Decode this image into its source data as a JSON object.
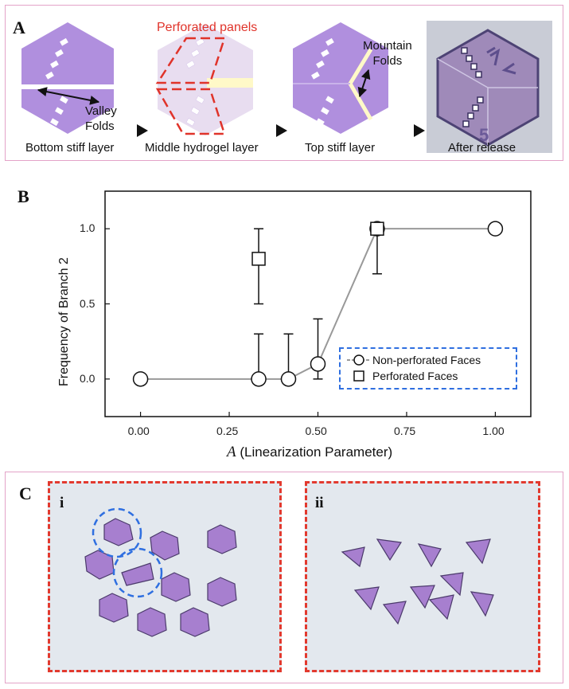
{
  "figure": {
    "panel_a_label": "A",
    "panel_b_label": "B",
    "panel_c_label": "C"
  },
  "panel_a": {
    "captions": [
      "Bottom stiff layer",
      "Middle hydrogel layer",
      "Top stiff layer",
      "After release"
    ],
    "valley_label": "Valley\nFolds",
    "perforated_label": "Perforated panels",
    "mountain_label": "Mountain\nFolds",
    "photo_digit": "5",
    "colors": {
      "stiff": "#b08fde",
      "hydrogel": "#e8ddf0",
      "perforation": "#e0332a",
      "fold_highlight": "#fff9c8"
    }
  },
  "panel_c": {
    "label_i": "i",
    "label_ii": "ii",
    "colors": {
      "frame": "#e23a2f",
      "highlight_circle": "#2f6fe0",
      "particle": "#a77fcf"
    }
  },
  "chart_data": {
    "type": "scatter",
    "xlabel_var": "A",
    "xlabel_rest": "(Linearization Parameter)",
    "ylabel": "Frequency of Branch 2",
    "xlim": [
      -0.1,
      1.1
    ],
    "ylim": [
      -0.25,
      1.25
    ],
    "xticks": [
      "0.00",
      "0.25",
      "0.50",
      "0.75",
      "1.00"
    ],
    "xtick_values": [
      0,
      0.25,
      0.5,
      0.75,
      1.0
    ],
    "yticks": [
      "0.0",
      "0.5",
      "1.0"
    ],
    "ytick_values": [
      0,
      0.5,
      1.0
    ],
    "legend_position": "lower-right",
    "series": [
      {
        "name": "Non-perforated Faces",
        "marker": "circle",
        "connected": true,
        "x": [
          0,
          0.333,
          0.417,
          0.5,
          0.667,
          1.0
        ],
        "y": [
          0,
          0,
          0,
          0.1,
          1.0,
          1.0
        ],
        "err_up": [
          0,
          0.3,
          0.3,
          0.3,
          0,
          0
        ],
        "err_down": [
          0,
          0,
          0,
          0.1,
          0,
          0
        ]
      },
      {
        "name": "Perforated Faces",
        "marker": "square",
        "connected": false,
        "x": [
          0.333,
          0.667
        ],
        "y": [
          0.8,
          1.0
        ],
        "err_up": [
          0.2,
          0
        ],
        "err_down": [
          0.3,
          0.3
        ]
      }
    ]
  }
}
